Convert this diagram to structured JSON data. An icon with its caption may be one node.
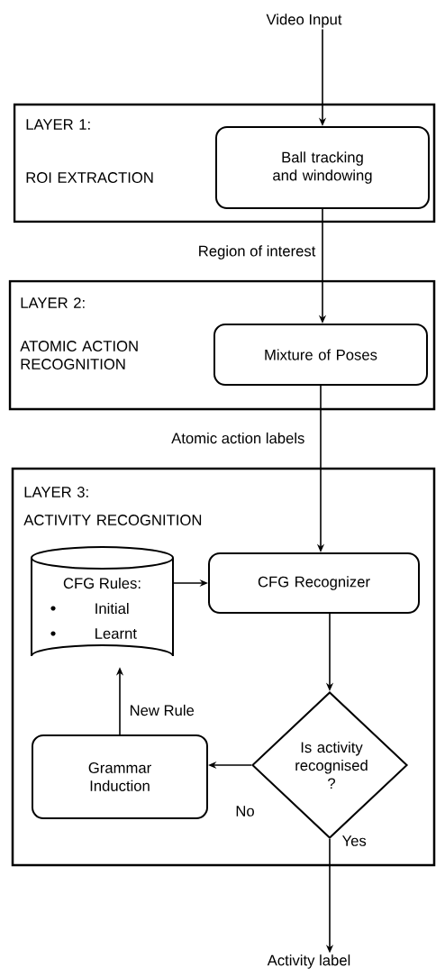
{
  "diagram": {
    "nodes": [
      {
        "text": [
          "Video Input"
        ]
      },
      {
        "text": [
          "LAYER 1:",
          "ROI EXTRACTION"
        ]
      },
      {
        "text": [
          "Ball tracking and windowing"
        ],
        "in": 1
      },
      {
        "text": [
          "LAYER 2:",
          "ATOMIC ACTION RECOGNITION"
        ]
      },
      {
        "text": [
          "Mixture of  Poses"
        ],
        "in": 3
      },
      {
        "text": [
          "LAYER 3:",
          "ACTIVITY RECOGNITION"
        ]
      },
      {
        "text": [
          "CFG Rules:",
          "Initial",
          "Learnt"
        ],
        "in": 5
      },
      {
        "text": [
          "CFG Recognizer"
        ],
        "in": 5
      },
      {
        "text": [
          "Is activity recognised ?"
        ],
        "in": 5
      },
      {
        "text": [
          "Grammar Induction"
        ],
        "in": 5
      },
      {
        "text": [
          "Activity label"
        ]
      }
    ],
    "edges": [
      {
        "from": 0,
        "to": 2,
        "arrow": "to"
      },
      {
        "from": 2,
        "to": 4,
        "arrow": "to",
        "label": "Region of interest"
      },
      {
        "from": 4,
        "to": 7,
        "arrow": "to",
        "label": "Atomic action labels"
      },
      {
        "from": 6,
        "to": 7,
        "arrow": "to"
      },
      {
        "from": 7,
        "to": 8,
        "arrow": "to"
      },
      {
        "from": 8,
        "to": 9,
        "arrow": "to",
        "label": "No"
      },
      {
        "from": 9,
        "to": 6,
        "arrow": "to",
        "label": "New Rule"
      },
      {
        "from": 8,
        "to": 10,
        "arrow": "to",
        "label": "Yes"
      }
    ]
  }
}
